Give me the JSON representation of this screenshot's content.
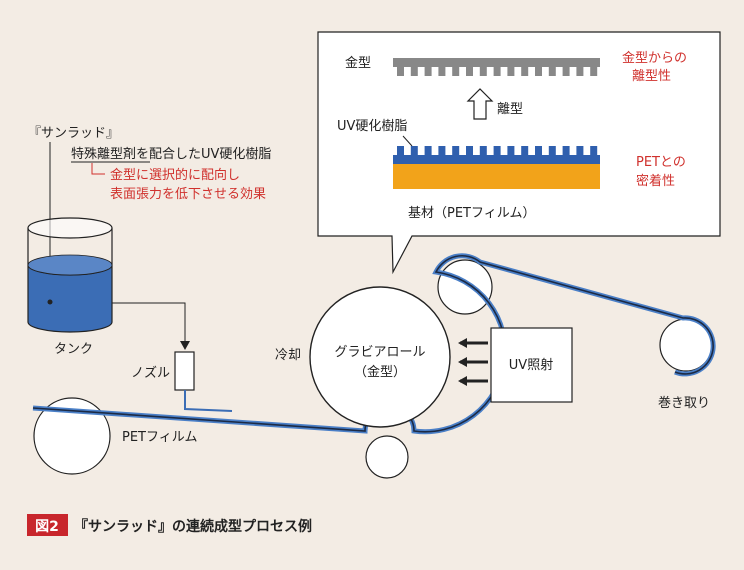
{
  "labels": {
    "callout_title": "『サンラッド』",
    "callout_line1": "特殊離型剤を配合したUV硬化樹脂",
    "callout_note1": "金型に選択的に配向し",
    "callout_note2": "表面張力を低下させる効果",
    "tank": "タンク",
    "nozzle": "ノズル",
    "pet_film": "PETフィルム",
    "cooling": "冷却",
    "gravure_line1": "グラビアロール",
    "gravure_line2": "（金型）",
    "uv_irradiation": "UV照射",
    "winding": "巻き取り"
  },
  "inset": {
    "mold": "金型",
    "mold_release_line1": "金型からの",
    "mold_release_line2": "離型性",
    "resin": "UV硬化樹脂",
    "release": "離型",
    "pet_adhesion_line1": "PETとの",
    "pet_adhesion_line2": "密着性",
    "substrate": "基材（PETフィルム）"
  },
  "caption": {
    "figure_number": "図2",
    "text": "『サンラッド』の連続成型プロセス例"
  },
  "colors": {
    "background": "#f3ece4",
    "accent_red": "#d0312d",
    "resin_blue": "#2f5fae",
    "liquid_blue": "#3b6db5",
    "film_blue": "#5a86c6",
    "substrate_orange": "#f2a31a",
    "mold_gray": "#888888",
    "caption_red": "#c8262c"
  }
}
